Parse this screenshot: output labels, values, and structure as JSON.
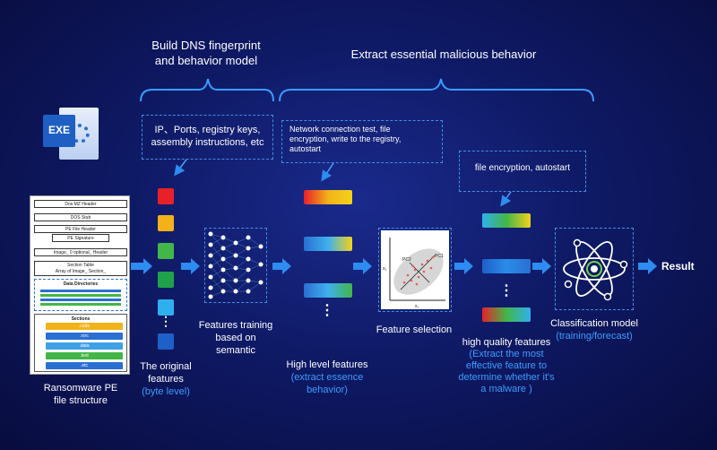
{
  "headings": {
    "dns_line1": "Build DNS fingerprint",
    "dns_line2": "and behavior model",
    "extract": "Extract essential malicious behavior"
  },
  "exe_icon_label": "EXE",
  "boxes": {
    "box1": [
      "IP、Ports, registry keys,",
      "assembly instructions, etc"
    ],
    "box2": [
      "Network connection test, file",
      "encryption, write to the registry,",
      "autostart"
    ],
    "box3": "file encryption, autostart"
  },
  "pe_structure": {
    "rows": [
      "Dos MZ Header",
      "DOS Stub",
      "PE File Header",
      "PE Signature",
      "Image_ 0 optional_ Header",
      "Section Table",
      "Array of Image_ Section_"
    ],
    "data_directories": "Data Directories",
    "sections_title": "Sections",
    "sections": [
      ".code",
      ".rsrc",
      ".data",
      ".text",
      ".etc"
    ]
  },
  "labels": {
    "pe_line1": "Ransomware PE",
    "pe_line2": "file structure",
    "orig_line1": "The original",
    "orig_line2": "features",
    "orig_line3": "(byte level)",
    "train_line1": "Features training",
    "train_line2": "based on",
    "train_line3": "semantic",
    "high_line1": "High level features",
    "high_line2": "(extract essence",
    "high_line3": "behavior)",
    "select": "Feature selection",
    "hq_line1": "high quality features",
    "hq_line2": "(Extract the most",
    "hq_line3": "effective feature to",
    "hq_line4": "determine whether it's",
    "hq_line5": "a malware )",
    "class_line1": "Classification model",
    "class_line2": "(training/forecast)",
    "result": "Result"
  },
  "plot_labels": {
    "pc1": "PC1",
    "pc2": "PC2",
    "x_axis": "x₁",
    "y_axis": "x₂"
  },
  "ellipsis": "⋮",
  "colors": {
    "orig_squares": [
      "#e8202a",
      "#f2b21a",
      "#42b648",
      "#1fa34a",
      "#2fb0ee",
      "#1e5fc8"
    ],
    "accent_blue": "#3b9cff",
    "arrow_blue": "#2d8cf0"
  }
}
